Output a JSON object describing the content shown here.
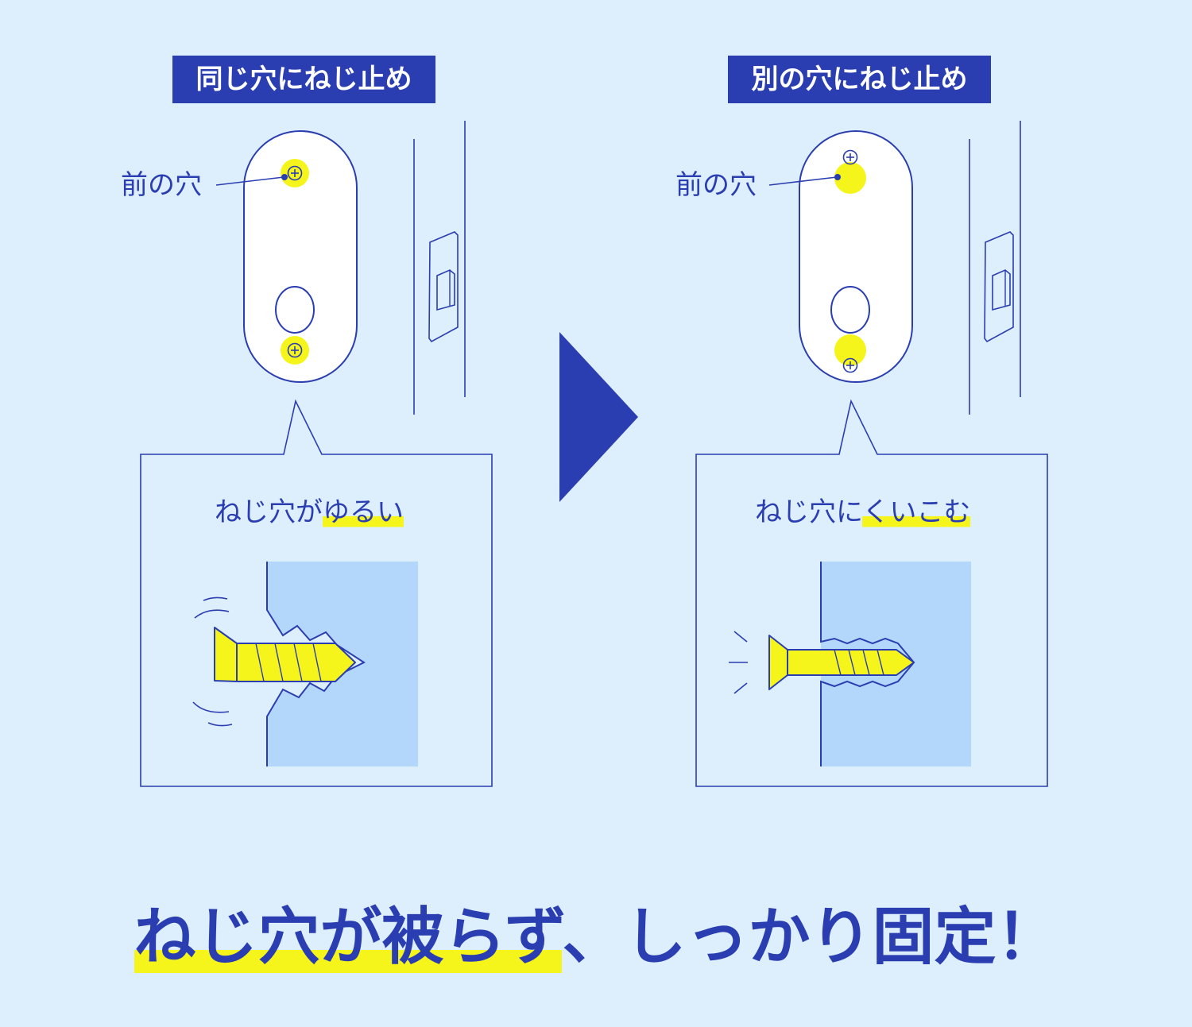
{
  "left": {
    "tag": "同じ穴にねじ止め",
    "hole_label": "前の穴",
    "caption_plain": "ねじ穴が",
    "caption_highlight": "ゆるい"
  },
  "right": {
    "tag": "別の穴にねじ止め",
    "hole_label": "前の穴",
    "caption_plain": "ねじ穴に",
    "caption_highlight": "くいこむ"
  },
  "headline": {
    "highlight": "ねじ穴が被らず",
    "rest": "、しっかり固定！"
  },
  "colors": {
    "background": "#ddeefc",
    "navy": "#2a3eb1",
    "highlight": "#f5f51c",
    "wall": "#b3d6fb",
    "plate": "#ffffff"
  }
}
